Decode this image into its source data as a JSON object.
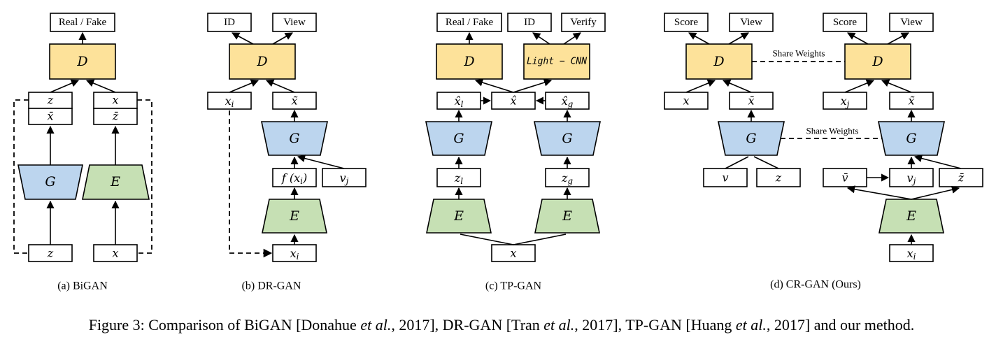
{
  "a": {
    "caption": "(a) BiGAN",
    "out": "Real / Fake",
    "D": "D",
    "left_top": "z",
    "left_bot": "x̄",
    "right_top": "x",
    "right_bot": "z̄",
    "G": "G",
    "E": "E",
    "in_left": "z",
    "in_right": "x"
  },
  "b": {
    "caption": "(b) DR-GAN",
    "out1": "ID",
    "out2": "View",
    "D": "D",
    "xi": "x",
    "xi_sub": "i",
    "xt": "x̃",
    "G": "G",
    "f": "f (x",
    "f_sub": "i",
    "f_close": ")",
    "v": "v",
    "v_sub": "j",
    "E": "E",
    "in": "x",
    "in_sub": "i"
  },
  "c": {
    "caption": "(c) TP-GAN",
    "out1": "Real / Fake",
    "out2": "ID",
    "out3": "Verify",
    "D": "D",
    "cnn": "Light − CNN",
    "xl": "x̂",
    "xl_sub": "l",
    "xh": "x̂",
    "xg": "x̂",
    "xg_sub": "g",
    "G1": "G",
    "G2": "G",
    "zl": "z",
    "zl_sub": "l",
    "zg": "z",
    "zg_sub": "g",
    "E1": "E",
    "E2": "E",
    "in": "x"
  },
  "d": {
    "caption": "(d) CR-GAN (Ours)",
    "out1": "Score",
    "out2": "View",
    "out3": "Score",
    "out4": "View",
    "D1": "D",
    "D2": "D",
    "share1": "Share Weights",
    "share2": "Share Weights",
    "x": "x",
    "xbar": "x̄",
    "xj": "x",
    "xj_sub": "j",
    "xt": "x̃",
    "G1": "G",
    "G2": "G",
    "v": "v",
    "z": "z",
    "vbar": "v̄",
    "vj": "v",
    "vj_sub": "j",
    "zbar": "z̄",
    "E": "E",
    "in": "x",
    "in_sub": "i"
  },
  "figure_caption": {
    "label": "Figure 3: Comparison of BiGAN [Donahue ",
    "et1": "et al.",
    "t2": ", 2017], DR-GAN [Tran ",
    "et2": "et al.",
    "t3": ", 2017], TP-GAN [Huang ",
    "et3": "et al.",
    "t4": ", 2017] and our method."
  },
  "colors": {
    "D": "#fde29a",
    "G": "#bcd5ee",
    "E": "#c6e0b4"
  }
}
